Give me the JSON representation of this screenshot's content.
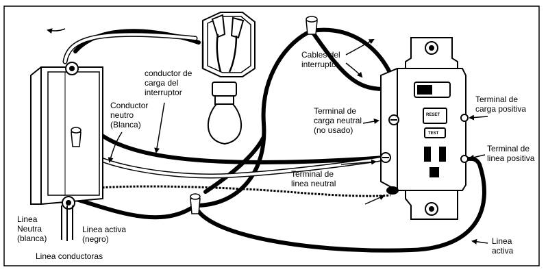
{
  "diagram": {
    "labels": {
      "switch_load_conductor": "conductor de\ncarga del\ninterruptor",
      "switch_cables": "Cables del\ninterruptor",
      "neutral_conductor": "Conductor\nneutro\n(Blanca)",
      "neutral_load_terminal": "Terminal de\ncarga neutral\n(no usado)",
      "positive_load_terminal": "Terminal de\ncarga positiva",
      "positive_line_terminal": "Terminal de\nlinea positiva",
      "neutral_line_terminal": "Terminal de\nlinea neutral",
      "neutral_line": "Linea\nNeutra\n(blanca)",
      "active_line_black": "Linea activa\n (negro)",
      "conductor_lines": "Linea conductoras",
      "active_line": "Linea\nactiva"
    },
    "receptacle": {
      "reset": "RESET",
      "test": "TEST"
    }
  }
}
